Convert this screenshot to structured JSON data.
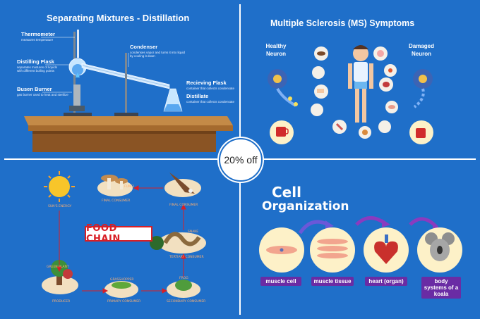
{
  "offer_badge": "20% off",
  "distillation": {
    "title": "Separating Mixtures - Distillation",
    "labels": {
      "thermometer": "Thermometer",
      "thermometer_sub": "measures temperature",
      "distilling_flask": "Distilling Flask",
      "distilling_flask_sub": "separates mixtures of liquids with different boiling points",
      "burner": "Busen Burner",
      "burner_sub": "gas burner used to heat and sterilize",
      "condenser": "Condenser",
      "condenser_sub": "condenses vapor and turns it into liquid by cooling it down",
      "receiving_flask": "Recieving Flask",
      "receiving_flask_sub": "container that collects condensate",
      "distillate": "Distillate",
      "distillate_sub": "container that collects condensate"
    }
  },
  "ms": {
    "title": "Multiple Sclerosis (MS) Symptoms",
    "healthy": "Healthy Neuron",
    "damaged": "Damaged Neuron"
  },
  "food_chain": {
    "title": "FOOD CHAIN",
    "sun": "SUN'S ENERGY",
    "final": "FINAL CONSUMER",
    "final2": "FINAL CONSUMER",
    "tertiary": "TERTIARY CONSUMER",
    "producer": "PRODUCER",
    "primary": "PRIMARY CONSUMER",
    "secondary": "SECONDARY CONSUMER",
    "mushroom": "FUNGI",
    "green_plant": "GREEN PLANT",
    "grasshopper": "GRASSHOPPER",
    "frog": "FROG",
    "snake": "SNAKE",
    "eagle": "EAGLE"
  },
  "cell_org": {
    "title_line1": "Cell",
    "title_line2": "Organization",
    "stages": [
      "muscle cell",
      "muscle tissue",
      "heart (organ)",
      "body systems of a koala"
    ]
  },
  "colors": {
    "background": "#1f6fc9",
    "divider": "#ffffff",
    "cell_label": "#6a2ca4",
    "food_chain_red": "#d81f26"
  }
}
